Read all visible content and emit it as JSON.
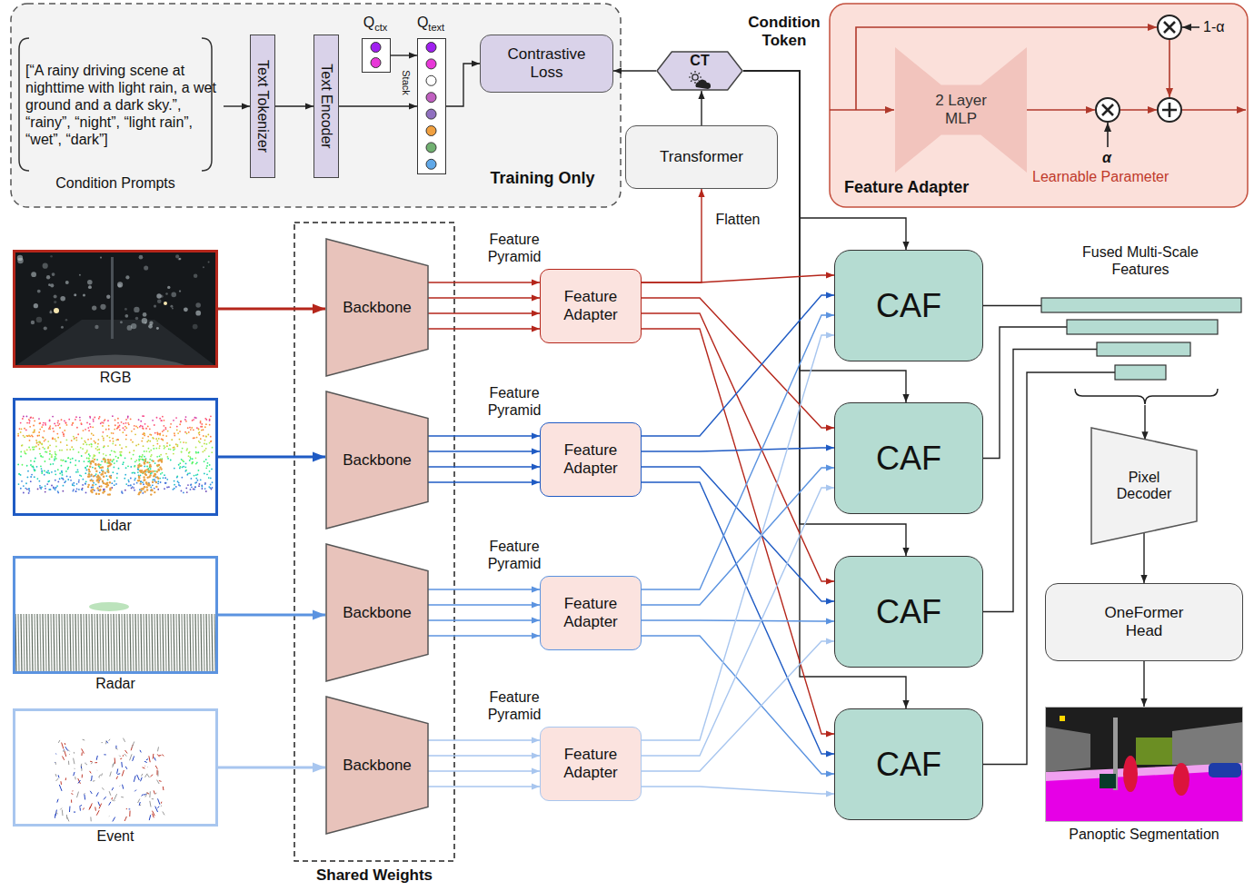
{
  "diagram": {
    "nodes": [
      {
        "text": [
          "Training Only"
        ]
      },
      {
        "text": [
          "[“A rainy driving scene at nighttime with light rain, a wet ground and a dark sky.”, “rainy”, “night”, “light rain”, “wet”, “dark”]",
          "Condition Prompts"
        ],
        "in": 0
      },
      {
        "text": [
          "Text Tokenizer"
        ],
        "in": 0
      },
      {
        "text": [
          "Text Encoder"
        ],
        "in": 0
      },
      {
        "text": [
          "Q",
          "ctx"
        ],
        "in": 0
      },
      {
        "text": [
          "Q",
          "text"
        ],
        "in": 0
      },
      {
        "text": [
          "Contrastive Loss"
        ],
        "in": 0
      },
      {
        "text": [
          "CT",
          "Condition Token"
        ]
      },
      {
        "text": [
          "Transformer"
        ]
      },
      {
        "text": [
          "Feature Adapter"
        ]
      },
      {
        "text": [
          "2 Layer MLP"
        ],
        "in": 9
      },
      {
        "text": [
          "RGB"
        ]
      },
      {
        "text": [
          "Lidar"
        ]
      },
      {
        "text": [
          "Radar"
        ]
      },
      {
        "text": [
          "Event"
        ]
      },
      {
        "text": [
          "Shared Weights"
        ]
      },
      {
        "text": [
          "Backbone"
        ],
        "in": 15
      },
      {
        "text": [
          "Backbone"
        ],
        "in": 15
      },
      {
        "text": [
          "Backbone"
        ],
        "in": 15
      },
      {
        "text": [
          "Backbone"
        ],
        "in": 15
      },
      {
        "text": [
          "Feature Adapter"
        ]
      },
      {
        "text": [
          "Feature Adapter"
        ]
      },
      {
        "text": [
          "Feature Adapter"
        ]
      },
      {
        "text": [
          "Feature Adapter"
        ]
      },
      {
        "text": [
          "CAF"
        ]
      },
      {
        "text": [
          "CAF"
        ]
      },
      {
        "text": [
          "CAF"
        ]
      },
      {
        "text": [
          "CAF"
        ]
      },
      {
        "text": [
          "Fused Multi-Scale Features"
        ]
      },
      {
        "text": [
          "Pixel Decoder"
        ]
      },
      {
        "text": [
          "OneFormer Head"
        ]
      },
      {
        "text": [
          "Panoptic Segmentation"
        ]
      }
    ],
    "edges": [
      {
        "from": 1,
        "to": 2,
        "arrow": "to"
      },
      {
        "from": 2,
        "to": 3,
        "arrow": "to"
      },
      {
        "from": 3,
        "to": 5,
        "arrow": "to"
      },
      {
        "from": 4,
        "to": 5,
        "arrow": "to",
        "label": "Stack"
      },
      {
        "from": 5,
        "to": 6,
        "arrow": "to"
      },
      {
        "from": 7,
        "to": 6,
        "arrow": "to"
      },
      {
        "from": 8,
        "to": 7,
        "arrow": "to"
      },
      {
        "from": 20,
        "to": 8,
        "arrow": "to",
        "label": "Flatten"
      },
      {
        "from": 7,
        "to": 24,
        "arrow": "to"
      },
      {
        "from": 7,
        "to": 25,
        "arrow": "to"
      },
      {
        "from": 7,
        "to": 26,
        "arrow": "to"
      },
      {
        "from": 7,
        "to": 27,
        "arrow": "to"
      },
      {
        "from": 11,
        "to": 16,
        "arrow": "to"
      },
      {
        "from": 12,
        "to": 17,
        "arrow": "to"
      },
      {
        "from": 13,
        "to": 18,
        "arrow": "to"
      },
      {
        "from": 14,
        "to": 19,
        "arrow": "to"
      },
      {
        "from": 16,
        "to": 20,
        "arrow": "to",
        "label": "Feature Pyramid"
      },
      {
        "from": 17,
        "to": 21,
        "arrow": "to",
        "label": "Feature Pyramid"
      },
      {
        "from": 18,
        "to": 22,
        "arrow": "to",
        "label": "Feature Pyramid"
      },
      {
        "from": 19,
        "to": 23,
        "arrow": "to",
        "label": "Feature Pyramid"
      },
      {
        "from": 20,
        "to": 24,
        "arrow": "to"
      },
      {
        "from": 20,
        "to": 25,
        "arrow": "to"
      },
      {
        "from": 20,
        "to": 26,
        "arrow": "to"
      },
      {
        "from": 20,
        "to": 27,
        "arrow": "to"
      },
      {
        "from": 21,
        "to": 24,
        "arrow": "to"
      },
      {
        "from": 21,
        "to": 25,
        "arrow": "to"
      },
      {
        "from": 21,
        "to": 26,
        "arrow": "to"
      },
      {
        "from": 21,
        "to": 27,
        "arrow": "to"
      },
      {
        "from": 22,
        "to": 24,
        "arrow": "to"
      },
      {
        "from": 22,
        "to": 25,
        "arrow": "to"
      },
      {
        "from": 22,
        "to": 26,
        "arrow": "to"
      },
      {
        "from": 22,
        "to": 27,
        "arrow": "to"
      },
      {
        "from": 23,
        "to": 24,
        "arrow": "to"
      },
      {
        "from": 23,
        "to": 25,
        "arrow": "to"
      },
      {
        "from": 23,
        "to": 26,
        "arrow": "to"
      },
      {
        "from": 23,
        "to": 27,
        "arrow": "to"
      },
      {
        "from": 24,
        "to": 28,
        "arrow": "none"
      },
      {
        "from": 25,
        "to": 28,
        "arrow": "none"
      },
      {
        "from": 26,
        "to": 28,
        "arrow": "none"
      },
      {
        "from": 27,
        "to": 28,
        "arrow": "none"
      },
      {
        "from": 28,
        "to": 29,
        "arrow": "to"
      },
      {
        "from": 29,
        "to": 30,
        "arrow": "to"
      },
      {
        "from": 30,
        "to": 31,
        "arrow": "to"
      }
    ],
    "labels": [
      "1-α",
      "α",
      "Learnable Parameter"
    ]
  }
}
